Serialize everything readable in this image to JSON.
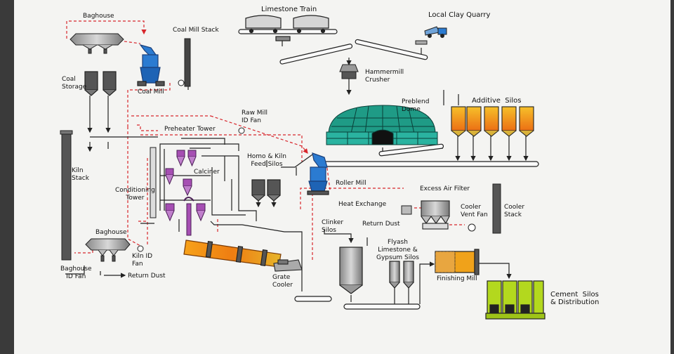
{
  "colors": {
    "paper": "#f4f4f2",
    "gas_flow": "#d8262c",
    "material_flow": "#222222",
    "dome": "#1f9b86",
    "silo_fill": "#f07f1c",
    "kiln": "#ee8a16",
    "cyclone": "#a64fb3",
    "mill": "#2b7bd1",
    "cement_silo": "#b3d81e"
  },
  "labels": {
    "baghouse_top": "Baghouse",
    "coal_mill_stack": "Coal Mill Stack",
    "limestone_train": "Limestone Train",
    "local_clay_quarry": "Local Clay Quarry",
    "coal_storage": "Coal\nStorage",
    "coal_mill": "Coal Mill",
    "hammermill_crusher": "Hammermill\nCrusher",
    "preblend_dome": "Preblend\nDome",
    "additive_silos": "Additive  Silos",
    "raw_mill_id_fan": "Raw Mill\nID Fan",
    "preheater_tower": "Preheater Tower",
    "kiln_stack": "Kiln\nStack",
    "calciner": "Calciner",
    "homo_kiln_feed_silos": "Homo & Kiln\nFeed Silos",
    "roller_mill": "Roller Mill",
    "conditioning_tower": "Conditioning\nTower",
    "excess_air_filter": "Excess Air Filter",
    "heat_exchange": "Heat Exchange",
    "cooler_vent_fan": "Cooler\nVent Fan",
    "cooler_stack": "Cooler\nStack",
    "clinker_silos": "Clinker\nSilos",
    "return_dust_mid": "Return Dust",
    "flyash_gypsum_silos": "Flyash\nLimestone &\nGypsum Silos",
    "baghouse_bottom": "Baghouse",
    "kiln_id_fan": "Kiln ID\nFan",
    "baghouse_id_fan": "Baghouse\nID Fan",
    "return_dust_bottom": "Return Dust",
    "grate_cooler": "Grate\nCooler",
    "finishing_mill": "Finishing Mill",
    "cement_silos": "Cement  Silos\n& Distribution"
  }
}
